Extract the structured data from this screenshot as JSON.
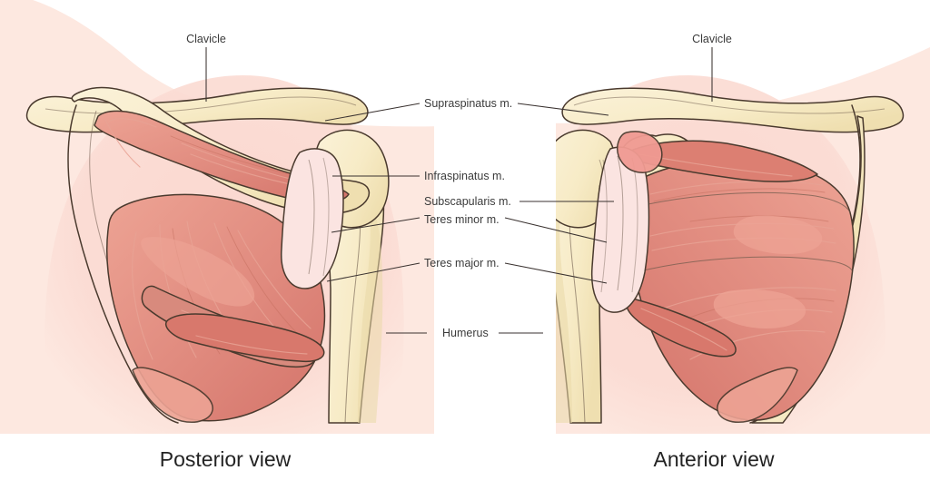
{
  "figure": {
    "title_present": false,
    "panels": [
      {
        "id": "posterior",
        "caption": "Posterior view"
      },
      {
        "id": "anterior",
        "caption": "Anterior view"
      }
    ],
    "labels": [
      {
        "id": "clavicle-left",
        "text": "Clavicle"
      },
      {
        "id": "clavicle-right",
        "text": "Clavicle"
      },
      {
        "id": "supraspinatus",
        "text": "Supraspinatus m."
      },
      {
        "id": "infraspinatus",
        "text": "Infraspinatus m."
      },
      {
        "id": "subscapularis",
        "text": "Subscapularis m."
      },
      {
        "id": "teres-minor",
        "text": "Teres minor m."
      },
      {
        "id": "teres-major",
        "text": "Teres major m."
      },
      {
        "id": "humerus",
        "text": "Humerus"
      }
    ],
    "colors": {
      "background": "#ffffff",
      "panel_pink": "#fde8e0",
      "halo_pink": "#fbd9d2",
      "bone": "#f7ebc6",
      "bone_shade": "#ead9a8",
      "bone_outline": "#4a3a2e",
      "muscle": "#e08a7e",
      "muscle_light": "#eda394",
      "muscle_deep": "#d4746a",
      "tendon": "#f8d3cf",
      "tendon_light": "#fbe4e1",
      "label_text": "#3b3b3b",
      "caption_text": "#232323",
      "leader_line": "#3a3230"
    }
  }
}
